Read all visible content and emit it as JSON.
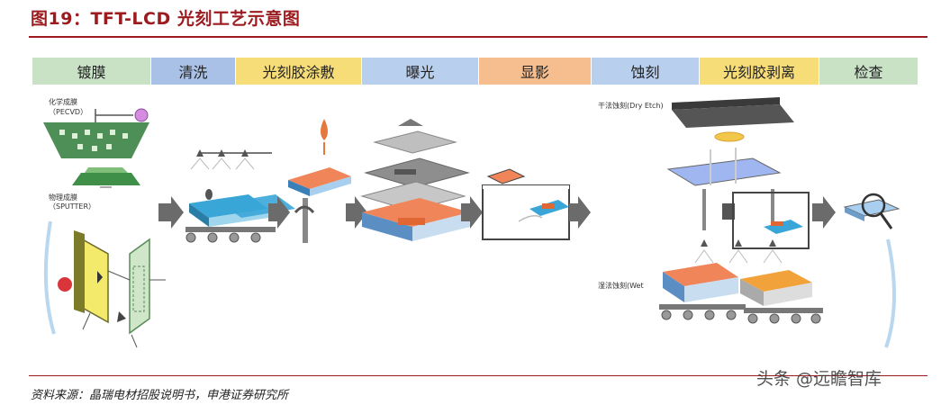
{
  "title": "图19：TFT-LCD 光刻工艺示意图",
  "steps": [
    {
      "label": "镀膜",
      "color": "#c9e2c6"
    },
    {
      "label": "清洗",
      "color": "#a9c1e6"
    },
    {
      "label": "光刻胶涂敷",
      "color": "#f7dd78"
    },
    {
      "label": "曝光",
      "color": "#b9cfee"
    },
    {
      "label": "显影",
      "color": "#f6bd8f"
    },
    {
      "label": "蚀刻",
      "color": "#b9cfee"
    },
    {
      "label": "光刻胶剥离",
      "color": "#f7dd78"
    },
    {
      "label": "检查",
      "color": "#c9e2c6"
    }
  ],
  "labels": {
    "pecvd": "化学成膜\n（PECVD）",
    "sputter": "物理成膜\n（SPUTTER）",
    "dry_etch": "干法蚀刻(Dry Etch)",
    "wet_etch": "湿法蚀刻(Wet"
  },
  "source": "资料来源：晶瑞电材招股说明书，申港证券研究所",
  "watermark": "头条 @远瞻智库"
}
